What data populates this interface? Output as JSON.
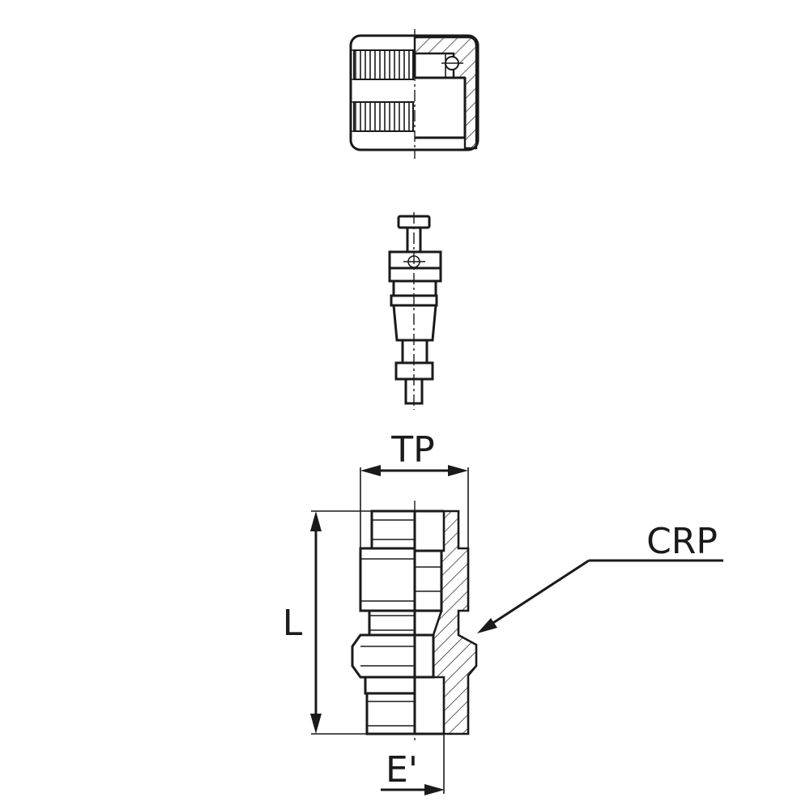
{
  "labels": {
    "tp": "TP",
    "crp": "CRP",
    "l": "L",
    "e_prime": "E'"
  },
  "colors": {
    "line": "#1a1a1a",
    "background": "#ffffff"
  }
}
